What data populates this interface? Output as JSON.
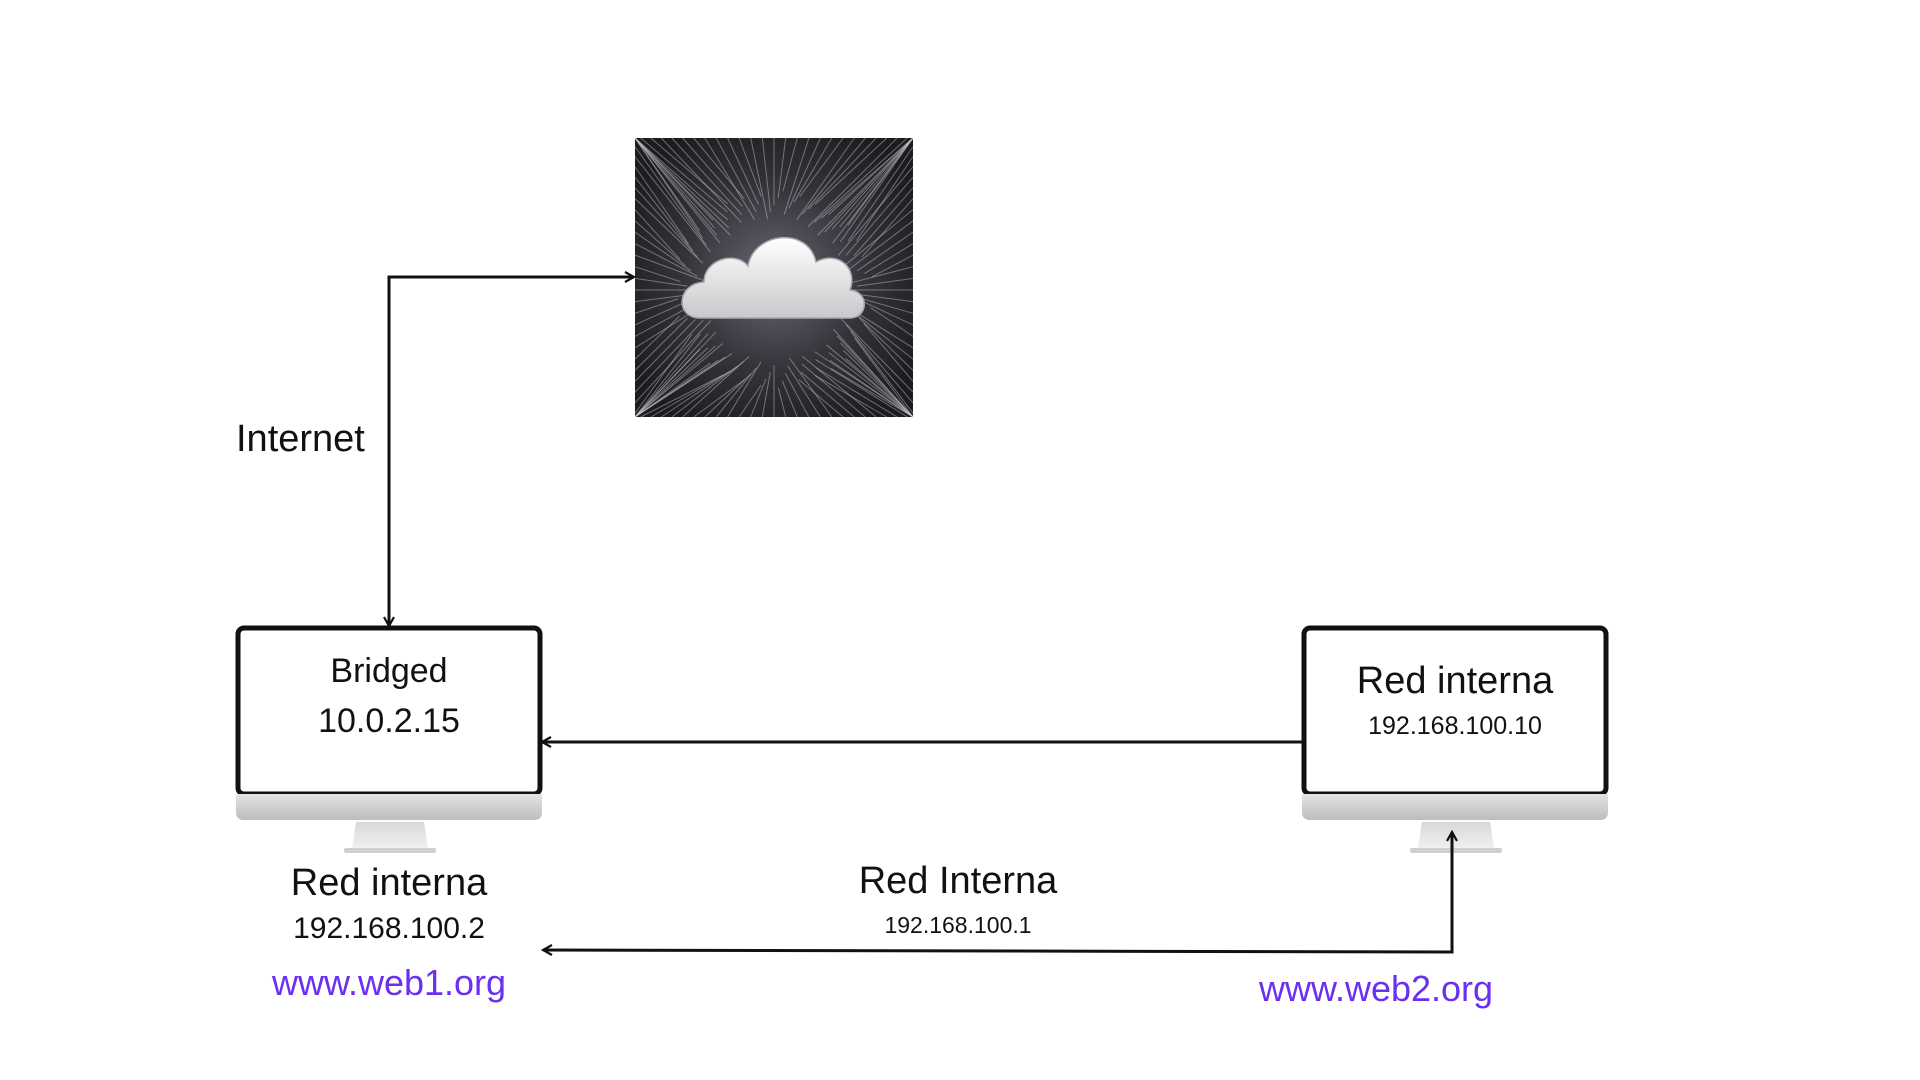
{
  "cloud": {
    "icon": "cloud-icon"
  },
  "labels": {
    "internet": "Internet"
  },
  "left_computer": {
    "screen_line1": "Bridged",
    "screen_line2": "10.0.2.15",
    "caption_title": "Red interna",
    "caption_ip": "192.168.100.2",
    "domain": "www.web1.org"
  },
  "right_computer": {
    "screen_line1": "Red interna",
    "screen_line2": "192.168.100.10",
    "domain": "www.web2.org"
  },
  "link_bottom": {
    "title": "Red Interna",
    "ip": "192.168.100.1"
  },
  "colors": {
    "line": "#111111",
    "domain_text": "#6a2ff0",
    "cloud_bg": "#2b2b2e",
    "monitor_frame": "#111111",
    "monitor_chin": "#d6d6d6"
  }
}
